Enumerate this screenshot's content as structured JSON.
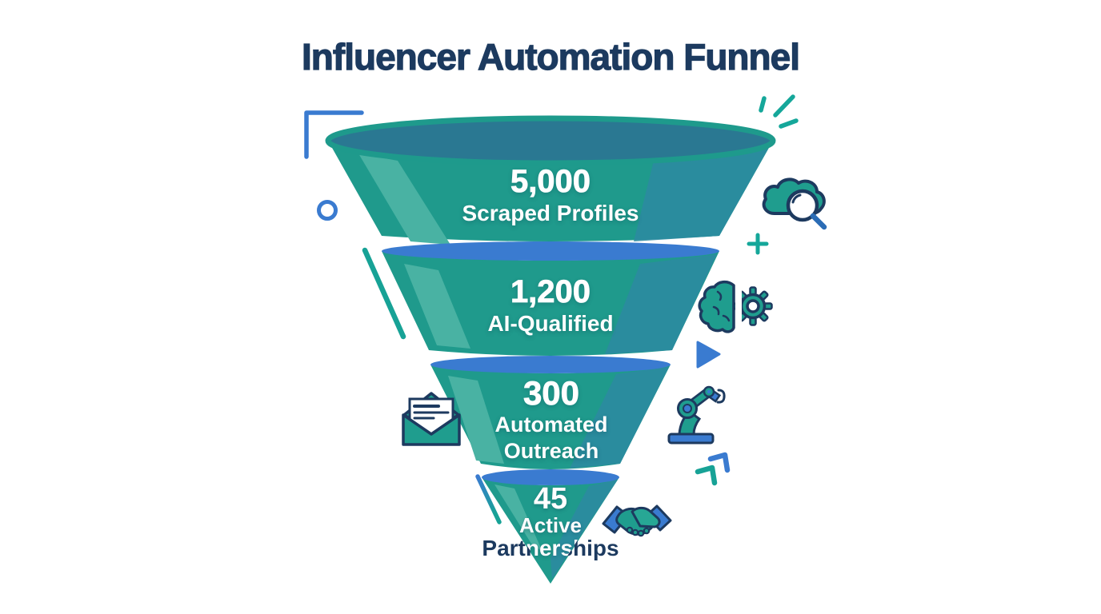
{
  "title": "Influencer Automation Funnel",
  "chart_data": {
    "type": "funnel",
    "title": "Influencer Automation Funnel",
    "stages": [
      {
        "label": "Scraped Profiles",
        "value": 5000
      },
      {
        "label": "AI-Qualified",
        "value": 1200
      },
      {
        "label": "Automated Outreach",
        "value": 300
      },
      {
        "label": "Active Partnerships",
        "value": 45
      }
    ],
    "legend": "none",
    "orientation": "inverted-cone"
  },
  "funnel": {
    "stages": [
      {
        "value": "5,000",
        "label": "Scraped Profiles"
      },
      {
        "value": "1,200",
        "label": "AI-Qualified"
      },
      {
        "value": "300",
        "label_line1": "Automated",
        "label_line2": "Outreach"
      },
      {
        "value": "45",
        "label_line1": "Active",
        "label_line2": "Partnerships"
      }
    ]
  },
  "side_icons": [
    "cloud-search-icon",
    "brain-gear-icon",
    "envelope-icon",
    "robot-arm-icon",
    "handshake-icon"
  ],
  "decorations": [
    "corner-bracket",
    "circle-outline",
    "sparkle-burst",
    "plus-sign",
    "play-triangle",
    "chevron-arrows",
    "diagonal-line",
    "diagonal-line-gradient"
  ],
  "colors": {
    "teal": "#1F9A8C",
    "teal_light": "#49B2A3",
    "teal_shade": "#2C8AA0",
    "blue": "#3A7BD0",
    "navy": "#1C3A5F",
    "stage1_top_surface": "#2A7892",
    "background": "#FFFFFF",
    "text_on_funnel": "#FFFFFF"
  }
}
